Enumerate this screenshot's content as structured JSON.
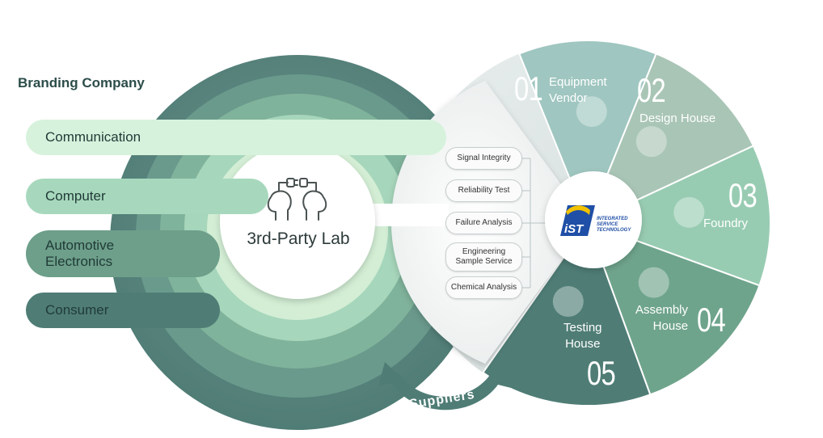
{
  "branding": {
    "title": "Branding Company",
    "sectors": {
      "communication": "Communication",
      "computer": "Computer",
      "automotive_line1": "Automotive",
      "automotive_line2": "Electronics",
      "consumer": "Consumer"
    }
  },
  "lab": {
    "label": "3rd-Party Lab"
  },
  "services": {
    "signal_integrity": "Signal Integrity",
    "reliability_test": "Reliability Test",
    "failure_analysis": "Failure Analysis",
    "engineering_line1": "Engineering",
    "engineering_line2": "Sample Service",
    "chemical_analysis": "Chemical Analysis"
  },
  "hub": {
    "logo_mark": "iST",
    "logo_line1": "INTEGRATED",
    "logo_line2": "SERVICE",
    "logo_line3": "TECHNOLOGY"
  },
  "segments": {
    "s01": {
      "number": "01",
      "line1": "Equipment",
      "line2": "Vendor"
    },
    "s02": {
      "number": "02",
      "line1": "Design House"
    },
    "s03": {
      "number": "03",
      "line1": "Foundry"
    },
    "s04": {
      "number": "04",
      "line1": "Assembly",
      "line2": "House"
    },
    "s05": {
      "number": "05",
      "line1": "Testing",
      "line2": "House"
    }
  },
  "suppliers": {
    "label": "Suppliers"
  },
  "colors": {
    "ring_dark": "#5f8a84",
    "ring_mid": "#6e9c8f",
    "ring_green": "#8cc0a6",
    "ring_light": "#c8e8cf",
    "seg_01": "#9fc6c0",
    "seg_02": "#a9c5b6",
    "seg_03": "#98ccb2",
    "seg_04": "#6fa48c",
    "seg_05": "#4f7d76",
    "logo_blue": "#1f4fa6",
    "logo_yellow": "#f2c200"
  }
}
